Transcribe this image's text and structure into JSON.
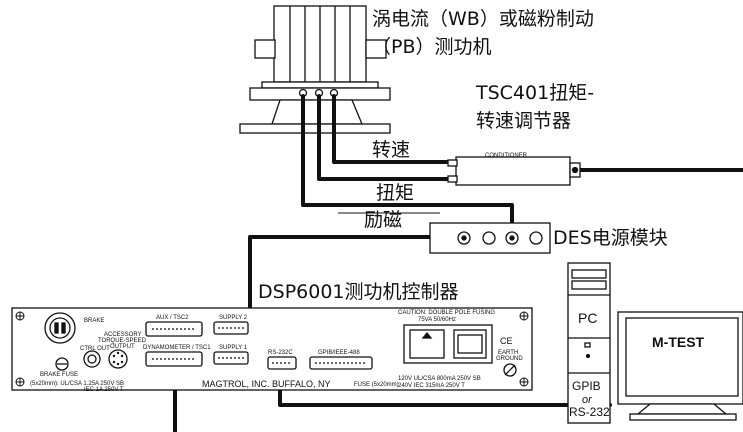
{
  "labels": {
    "brake_title": "涡电流（WB）或磁粉制动",
    "brake_title2": "（PB）测功机",
    "tsc_title": "TSC401扭矩-",
    "tsc_title2": "转速调节器",
    "speed": "转速",
    "torque": "扭矩",
    "excitation": "励磁",
    "des": "DES电源模块",
    "dsp": "DSP6001测功机控制器",
    "pc": "PC",
    "mtest": "M-TEST",
    "gpib": "GPIB",
    "or": "or",
    "rs232": "RS-232",
    "conditioner": "CONDITIONER"
  },
  "panel": {
    "brake": "BRAKE",
    "ctrl_out": "CTRL OUT",
    "accessory": "ACCESSORY",
    "torque_speed": "TORQUE-SPEED",
    "output": "OUTPUT",
    "aux": "AUX / TSC2",
    "dyno": "DYNAMOMETER / TSC1",
    "supply2": "SUPPLY 2",
    "supply1": "SUPPLY 1",
    "rs232c": "RS-232C",
    "gpib_port": "GPIB/IEEE-488",
    "caution": "CAUTION:  DOUBLE POLE FUSING",
    "rating": "75VA  50/60Hz",
    "ce": "CE",
    "earth": "EARTH",
    "ground": "GROUND",
    "brake_fuse": "BRAKE FUSE",
    "fuse_spec1": "(5x20mm):  UL/CSA   1.25A   250V   SB",
    "fuse_spec2": "IEC   1A   250V   T",
    "maker": "MAGTROL, INC.   BUFFALO, NY",
    "fuse2": "FUSE  (5x20mm)",
    "fuse2_spec1": "120V  UL/CSA  800mA  250V  SB",
    "fuse2_spec2": "240V  IEC  315mA  250V  T"
  }
}
